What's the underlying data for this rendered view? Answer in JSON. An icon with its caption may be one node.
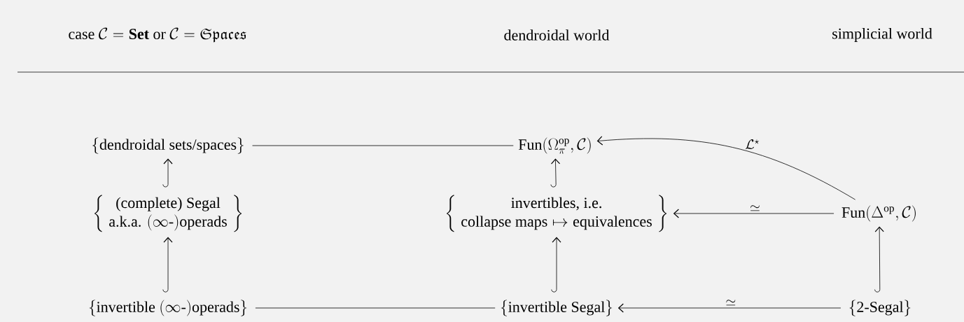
{
  "diagram": {
    "nodes": [
      {
        "text": [
          "\\{\\text{dendroidal sets/spaces}\\}"
        ]
      },
      {
        "text": [
          "\\mathrm{Fun}(\\Omega_\\pi^{\\mathrm{op}}, \\mathcal{C})"
        ]
      },
      {
        "text": [
          "\\left\\{\\begin{array}{c}\\text{(complete) Segal}\\\\ \\text{a.k.a. }(\\infty\\text{-})\\text{operads}\\end{array}\\right\\}"
        ]
      },
      {
        "text": [
          "\\left\\{\\begin{array}{c}\\text{invertibles, i.e.}\\\\ \\text{collapse maps}\\mapsto\\text{equivalences}\\end{array}\\right\\}"
        ]
      },
      {
        "text": [
          "\\mathrm{Fun}(\\Delta^{\\mathrm{op}}, \\mathcal{C})"
        ]
      },
      {
        "text": [
          "\\{\\text{invertible }(\\infty\\text{-})\\text{operads}\\}"
        ]
      },
      {
        "text": [
          "\\{\\text{invertible Segal}\\}"
        ]
      },
      {
        "text": [
          "\\{\\text{2-Segal}\\}"
        ]
      }
    ],
    "edges": [
      {
        "from": 0,
        "to": 1,
        "arrow": "none"
      },
      {
        "from": 2,
        "to": 0,
        "arrow": "to"
      },
      {
        "from": 3,
        "to": 1,
        "arrow": "to"
      },
      {
        "from": 4,
        "to": 1,
        "arrow": "to",
        "label": "\\mathcal{L}^\\star"
      },
      {
        "from": 4,
        "to": 3,
        "arrow": "to",
        "label": "\\simeq"
      },
      {
        "from": 5,
        "to": 2,
        "arrow": "to"
      },
      {
        "from": 6,
        "to": 3,
        "arrow": "to"
      },
      {
        "from": 7,
        "to": 4,
        "arrow": "to"
      },
      {
        "from": 5,
        "to": 6,
        "arrow": "none"
      },
      {
        "from": 7,
        "to": 6,
        "arrow": "to",
        "label": "\\simeq"
      }
    ],
    "labels": [
      "\\text{case }\\mathcal{C} = \\mathbf{Set}\\text{ or }\\mathcal{C} = \\mathfrak{Spaces}",
      "dendroidal world",
      "simplicial world"
    ]
  }
}
